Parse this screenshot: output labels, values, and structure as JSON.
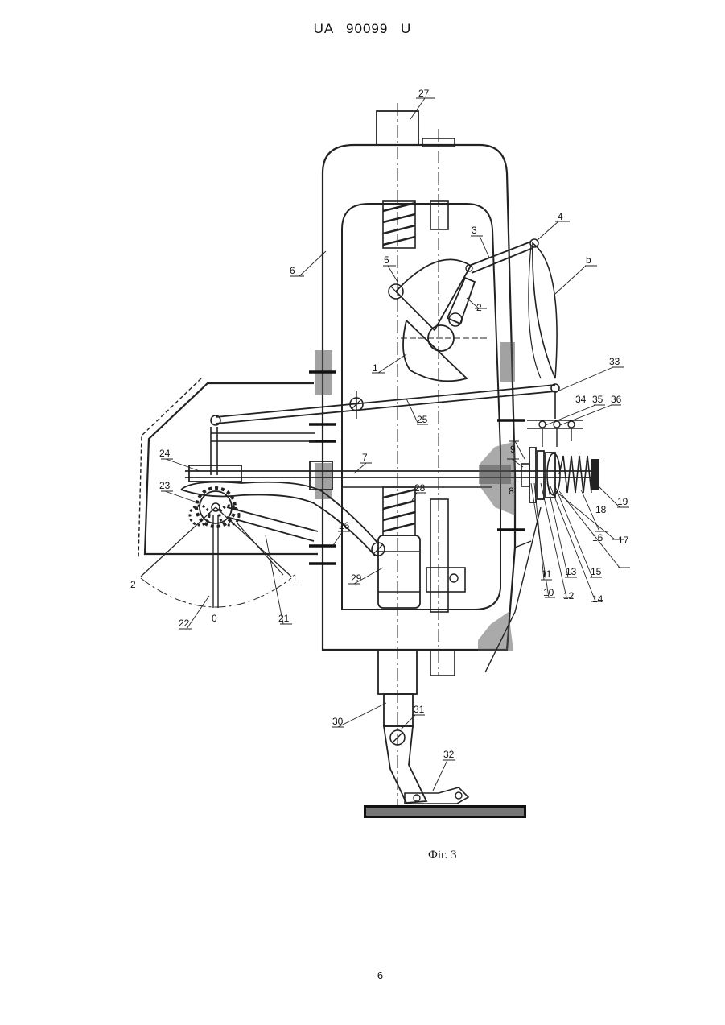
{
  "header": {
    "doc_number": "UA  90099  U"
  },
  "figure": {
    "caption": "Фіг. 3",
    "labels": {
      "l1": "1",
      "l2": "2",
      "l3": "3",
      "l4": "4",
      "l5": "5",
      "l6": "6",
      "lb": "b",
      "l7": "7",
      "l8": "8",
      "l9": "9",
      "l10": "10",
      "l11": "11",
      "l12": "12",
      "l13": "13",
      "l14": "14",
      "l15": "15",
      "l16": "16",
      "l17": "17",
      "l18": "18",
      "l19": "19",
      "l21": "21",
      "l22": "22",
      "l23": "23",
      "l24": "24",
      "l25": "25",
      "l26": "26",
      "l27": "27",
      "l28": "28",
      "l29": "29",
      "l30": "30",
      "l31": "31",
      "l32": "32",
      "l33": "33",
      "l34": "34",
      "l35": "35",
      "l36": "36",
      "scale_2": "2",
      "scale_0": "0",
      "scale_1": "1"
    }
  },
  "footer": {
    "page_number": "6"
  }
}
